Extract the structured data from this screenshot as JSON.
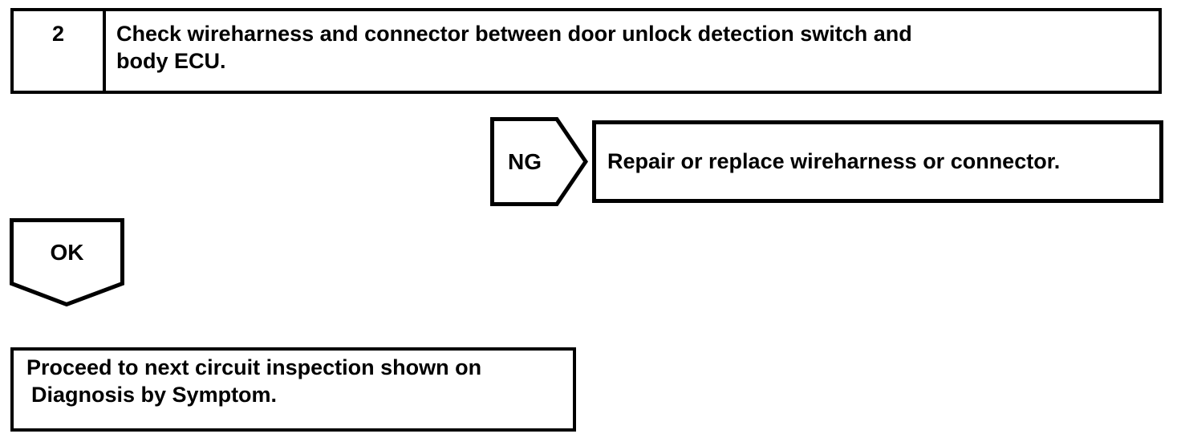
{
  "colors": {
    "ink": "#000000",
    "paper": "#ffffff"
  },
  "flowchart": {
    "step_box": {
      "number": "2",
      "instruction_lines": [
        "Check wireharness and connector between door unlock detection switch and",
        "body ECU."
      ]
    },
    "ng_branch": {
      "label": "NG",
      "action": "Repair or replace wireharness or connector."
    },
    "ok_branch": {
      "label": "OK",
      "action_lines": [
        "Proceed to next circuit inspection shown on",
        "Diagnosis by Symptom."
      ]
    }
  }
}
